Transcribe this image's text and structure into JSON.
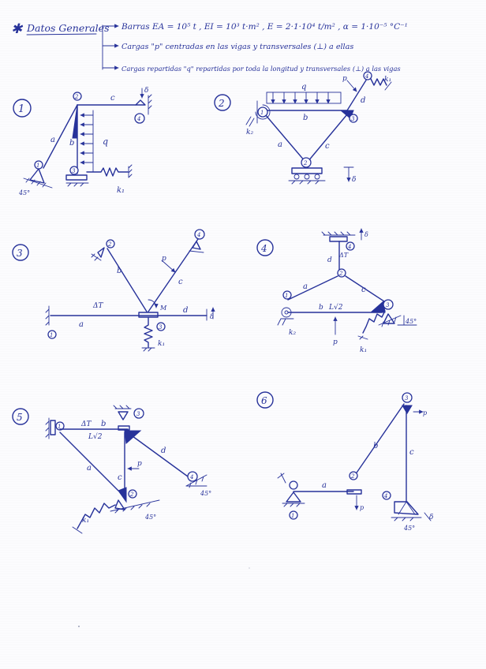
{
  "header": {
    "star": "✱",
    "title": "Datos Generales",
    "line1": "Barras EA = 10⁵ t , EI = 10³ t·m² , E = 2·1·10⁴ t/m² , α = 1·10⁻⁵ °C⁻¹",
    "line2": "Cargas \"p\" centradas en las vigas y transversales (⊥) a ellas",
    "line3": "Cargas repartidas \"q\" repartidas por toda la longitud y transversales (⊥) a las vigas"
  },
  "problems": [
    {
      "number": "1",
      "labels": {
        "n1": "1",
        "n2": "2",
        "n3": "3",
        "n4": "4",
        "bar_a": "a",
        "bar_b": "b",
        "bar_c": "c",
        "load": "q",
        "spring": "k₁",
        "angle": "45°",
        "delta": "δ"
      }
    },
    {
      "number": "2",
      "labels": {
        "n1": "1",
        "n2": "2",
        "n3": "3",
        "n4": "4",
        "bar_a": "a",
        "bar_b": "b",
        "bar_c": "c",
        "bar_d": "d",
        "load": "q",
        "point": "p",
        "spring1": "k₁",
        "spring2": "k₂",
        "delta": "δ"
      }
    },
    {
      "number": "3",
      "labels": {
        "n1": "1",
        "n2": "2",
        "n3": "3",
        "n4": "4",
        "bar_a": "a",
        "bar_b": "b",
        "bar_c": "c",
        "bar_d": "d",
        "point": "p",
        "moment": "M",
        "temp": "ΔT",
        "spring": "k₁",
        "delta": "δ"
      }
    },
    {
      "number": "4",
      "labels": {
        "n1": "1",
        "n2": "2",
        "n3": "3",
        "n4": "4",
        "bar_a": "a",
        "bar_b": "b",
        "bar_c": "c",
        "bar_d": "d",
        "point": "p",
        "temp": "ΔT",
        "length": "L√2",
        "spring1": "k₁",
        "spring2": "k₂",
        "angle": "45°",
        "delta": "δ"
      }
    },
    {
      "number": "5",
      "labels": {
        "n1": "1",
        "n2": "2",
        "n3": "3",
        "n4": "4",
        "bar_a": "a",
        "bar_b": "b",
        "bar_c": "c",
        "bar_d": "d",
        "point": "p",
        "temp": "ΔT",
        "length": "L√2",
        "spring": "k₁",
        "angle1": "45°",
        "angle2": "45°"
      }
    },
    {
      "number": "6",
      "labels": {
        "n1": "1",
        "n2": "2",
        "n3": "3",
        "n4": "4",
        "bar_a": "a",
        "bar_b": "b",
        "bar_c": "c",
        "point1": "p",
        "point2": "p",
        "angle": "45°",
        "delta": "δ"
      }
    }
  ],
  "colors": {
    "ink": "#27329a",
    "paper": "#fcfcfe"
  }
}
